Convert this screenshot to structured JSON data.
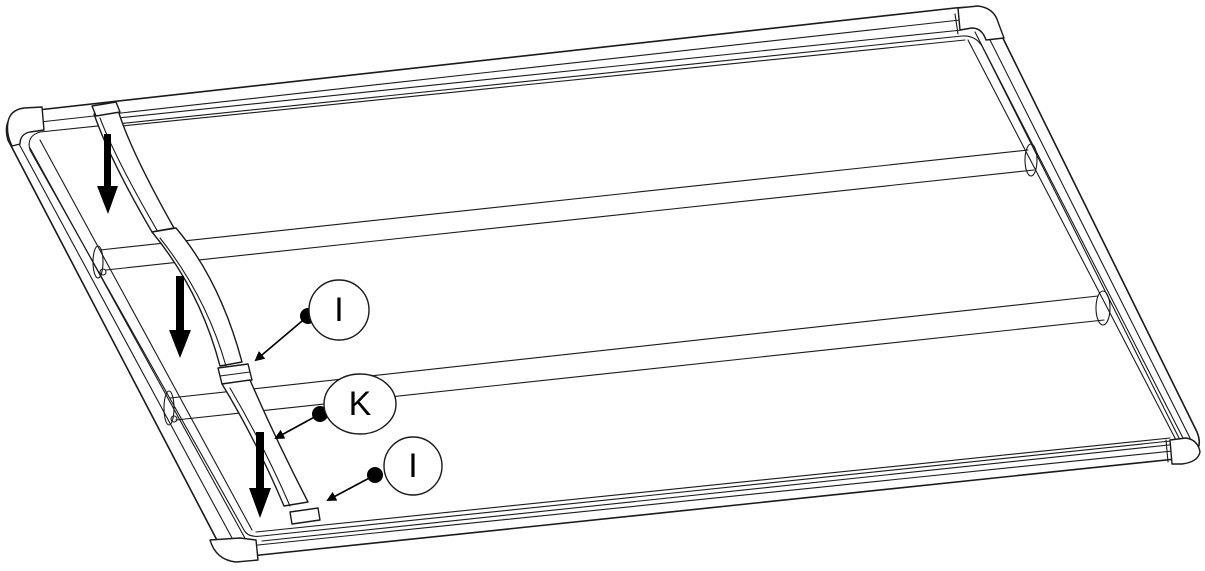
{
  "callouts": [
    {
      "id": "callout-I-upper",
      "label": "I"
    },
    {
      "id": "callout-K",
      "label": "K"
    },
    {
      "id": "callout-I-lower",
      "label": "I"
    }
  ],
  "colors": {
    "line": "#1a1a1a",
    "background": "#ffffff",
    "arrow": "#000000"
  }
}
